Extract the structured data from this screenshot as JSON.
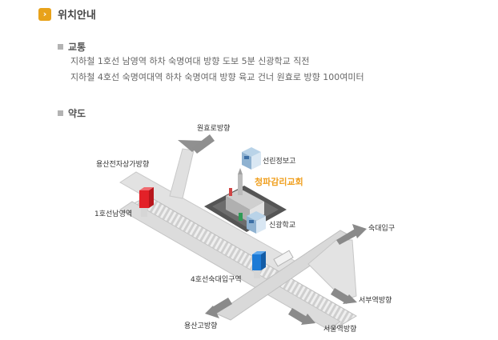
{
  "header": {
    "title": "위치안내",
    "badge_icon": "chevron-right-icon"
  },
  "transport": {
    "heading": "교통",
    "lines": [
      "지하철 1호선 남영역 하차  숙명여대 방향 도보 5분 신광학교 직전",
      "지하철 4호선 숙명여대역 하차  숙명여대 방향 육교 건너 원효로 방향 100여미터"
    ]
  },
  "map": {
    "heading": "약도",
    "labels": {
      "wonhyoro": "원효로방향",
      "yongsan_mall": "용산전자상가방향",
      "namyeong": "1호선남영역",
      "seonrin": "선린정보고",
      "church": "청파감리교회",
      "singwang": "신광학교",
      "sookdae_gate": "숙대입구",
      "sookdae_station": "4호선숙대입구역",
      "seobu": "서부역방향",
      "yongsan_high": "용산고방향",
      "seoul_station": "서울역방향"
    },
    "colors": {
      "line1": "#e32128",
      "line4": "#1c7ad6",
      "church_text": "#f0a020",
      "accent": "#e8a21a"
    }
  }
}
